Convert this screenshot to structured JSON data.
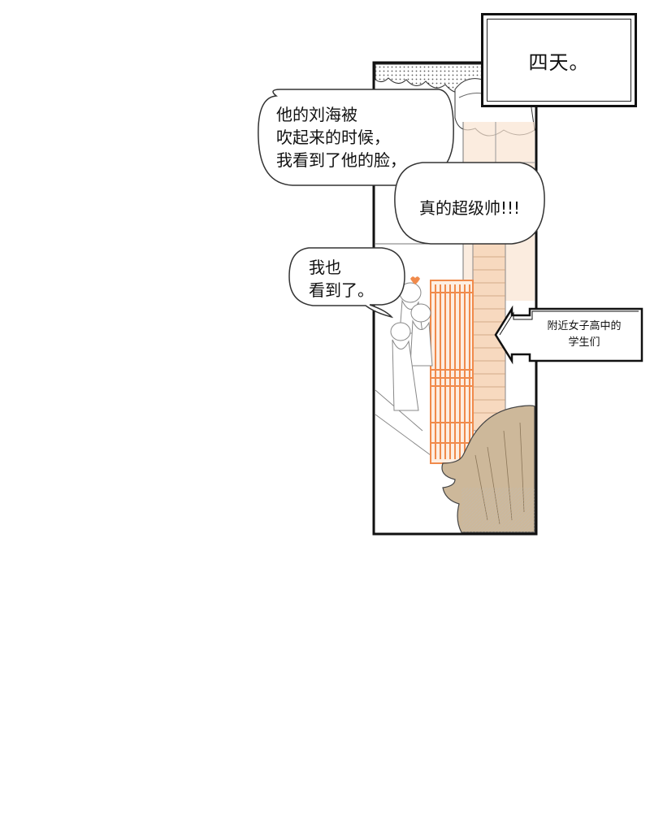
{
  "caption": {
    "text": "四天。"
  },
  "bubbles": {
    "first": {
      "lines": [
        "他的刘海被",
        "吹起来的时候，",
        "我看到了他的脸，"
      ]
    },
    "second": {
      "text": "真的超级帅!!!"
    },
    "third": {
      "lines": [
        "我也",
        "看到了。"
      ]
    }
  },
  "arrow_label": {
    "lines": [
      "附近女子高中的",
      "学生们"
    ]
  },
  "colors": {
    "ink": "#111111",
    "gate_orange": "#f08a4b",
    "wall_peach": "#f7d9bf",
    "hair_tan": "#cdb89a"
  }
}
